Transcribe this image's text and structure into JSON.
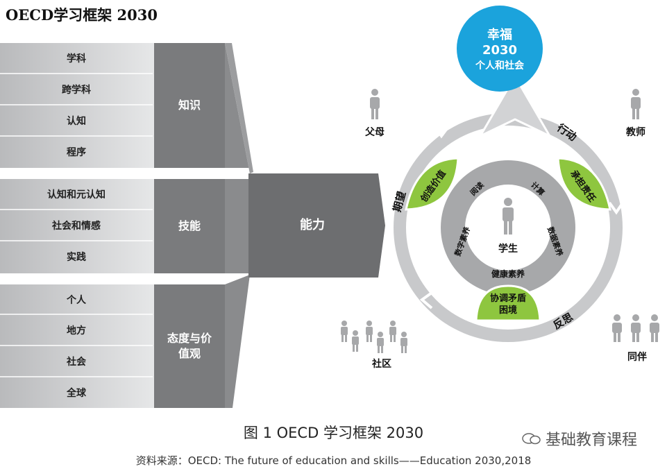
{
  "title": "OECD学习框架 2030",
  "left_panel": {
    "groups": [
      {
        "category": "知识",
        "items": [
          "学科",
          "跨学科",
          "认知",
          "程序"
        ]
      },
      {
        "category": "技能",
        "items": [
          "认知和元认知",
          "社会和情感",
          "实践"
        ]
      },
      {
        "category": "态度与价值观",
        "items": [
          "个人",
          "地方",
          "社会",
          "全球"
        ]
      }
    ],
    "arrow_label": "能力"
  },
  "goal": {
    "line1": "幸福",
    "line2": "2030",
    "line3": "个人和社会"
  },
  "cycle": {
    "outer": [
      "行动",
      "反思",
      "期望"
    ],
    "green": [
      "创造价值",
      "承担责任",
      "协调矛盾 困境"
    ],
    "inner": [
      "阅读",
      "计算",
      "数据素养",
      "数字素养",
      "健康素养"
    ],
    "center": "学生"
  },
  "people": [
    "父母",
    "教师",
    "社区",
    "同伴"
  ],
  "caption": "图 1  OECD 学习框架 2030",
  "source": "资料来源：OECD: The future of education and skills——Education 2030,2018",
  "watermark": "基础教育课程",
  "colors": {
    "blue": "#1ba3dc",
    "green": "#8ec63f",
    "grey_dark": "#6d6e70",
    "grey_mid": "#8a8b8d",
    "grey_light": "#c8c9cb"
  }
}
